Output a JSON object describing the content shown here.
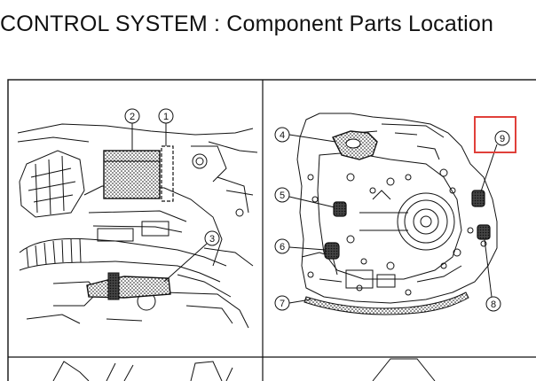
{
  "title": "CONTROL SYSTEM : Component Parts Location",
  "callouts": [
    "1",
    "2",
    "3",
    "4",
    "5",
    "6",
    "7",
    "8",
    "9"
  ],
  "highlight": {
    "callout": "9",
    "color": "#e0403a"
  }
}
